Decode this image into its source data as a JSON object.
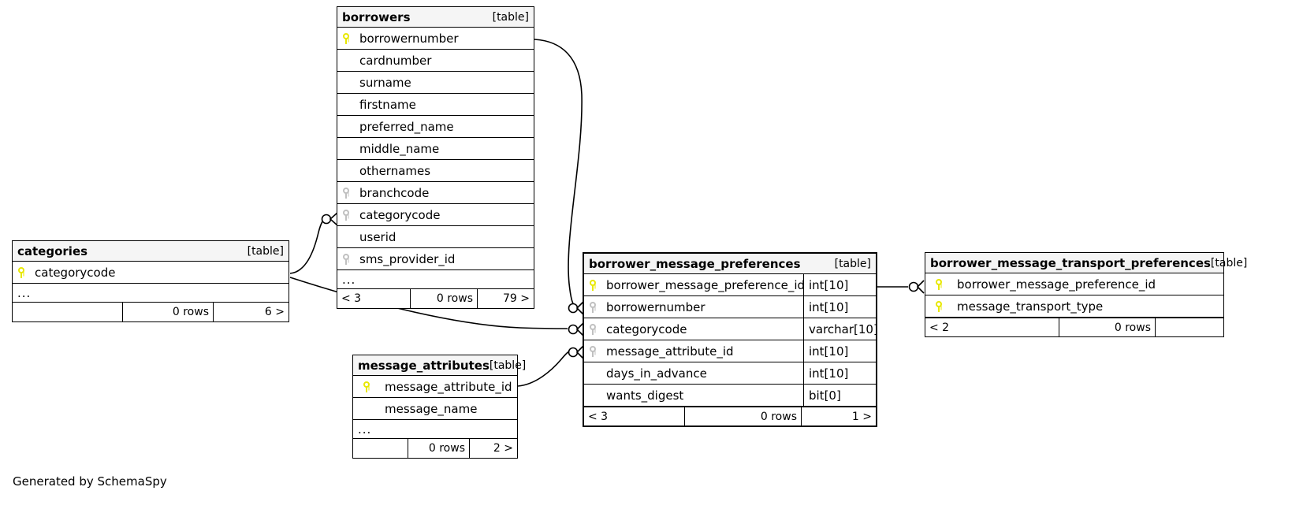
{
  "diagram": {
    "credit": "Generated by SchemaSpy",
    "table_tag": "[table]",
    "ellipsis": "...",
    "rows_suffix": "0 rows"
  },
  "tables": {
    "borrowers": {
      "name": "borrowers",
      "tag": "[table]",
      "columns": [
        {
          "name": "borrowernumber",
          "key": "pk"
        },
        {
          "name": "cardnumber",
          "key": "none"
        },
        {
          "name": "surname",
          "key": "none"
        },
        {
          "name": "firstname",
          "key": "none"
        },
        {
          "name": "preferred_name",
          "key": "none"
        },
        {
          "name": "middle_name",
          "key": "none"
        },
        {
          "name": "othernames",
          "key": "none"
        },
        {
          "name": "branchcode",
          "key": "fk"
        },
        {
          "name": "categorycode",
          "key": "fk"
        },
        {
          "name": "userid",
          "key": "none"
        },
        {
          "name": "sms_provider_id",
          "key": "fk"
        }
      ],
      "more": "...",
      "footer": {
        "left": "< 3",
        "middle": "0 rows",
        "right": "79 >"
      }
    },
    "categories": {
      "name": "categories",
      "tag": "[table]",
      "columns": [
        {
          "name": "categorycode",
          "key": "pk"
        }
      ],
      "more": "...",
      "footer": {
        "left": "",
        "middle": "0 rows",
        "right": "6 >"
      }
    },
    "message_attributes": {
      "name": "message_attributes",
      "tag": "[table]",
      "columns": [
        {
          "name": "message_attribute_id",
          "key": "pk"
        },
        {
          "name": "message_name",
          "key": "none"
        }
      ],
      "more": "...",
      "footer": {
        "left": "",
        "middle": "0 rows",
        "right": "2 >"
      }
    },
    "borrower_message_preferences": {
      "name": "borrower_message_preferences",
      "tag": "[table]",
      "columns": [
        {
          "name": "borrower_message_preference_id",
          "key": "pk",
          "type": "int[10]"
        },
        {
          "name": "borrowernumber",
          "key": "fk",
          "type": "int[10]"
        },
        {
          "name": "categorycode",
          "key": "fk",
          "type": "varchar[10]"
        },
        {
          "name": "message_attribute_id",
          "key": "fk",
          "type": "int[10]"
        },
        {
          "name": "days_in_advance",
          "key": "none",
          "type": "int[10]"
        },
        {
          "name": "wants_digest",
          "key": "none",
          "type": "bit[0]"
        }
      ],
      "footer": {
        "left": "< 3",
        "middle": "0 rows",
        "right": "1 >"
      }
    },
    "borrower_message_transport_preferences": {
      "name": "borrower_message_transport_preferences",
      "tag": "[table]",
      "columns": [
        {
          "name": "borrower_message_preference_id",
          "key": "pk"
        },
        {
          "name": "message_transport_type",
          "key": "pk"
        }
      ],
      "footer": {
        "left": "< 2",
        "middle": "0 rows",
        "right": ""
      }
    }
  }
}
